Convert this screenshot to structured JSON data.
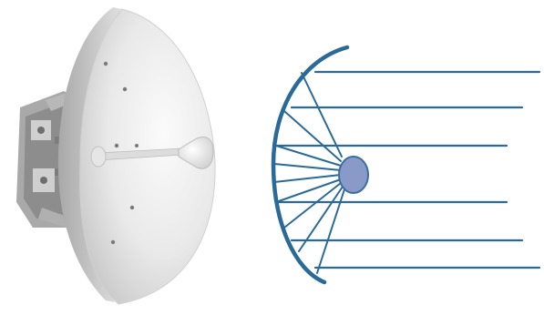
{
  "figure": {
    "left_panel": "parabolic-dish-antenna-photo",
    "right_panel": "parabolic-reflector-diagram"
  },
  "colors": {
    "background": "#ffffff",
    "reflector": "#2a6a99",
    "rays": "#2a6a99",
    "focal_point_fill": "#8a9ac8",
    "focal_point_stroke": "#3b6fa0",
    "dish_light": "#f4f4f4",
    "dish_shade": "#bdbdbd",
    "mount_metal": "#9a9a9a"
  },
  "diagram": {
    "incoming_ray_count": 6,
    "focal_ray_count": 9
  }
}
